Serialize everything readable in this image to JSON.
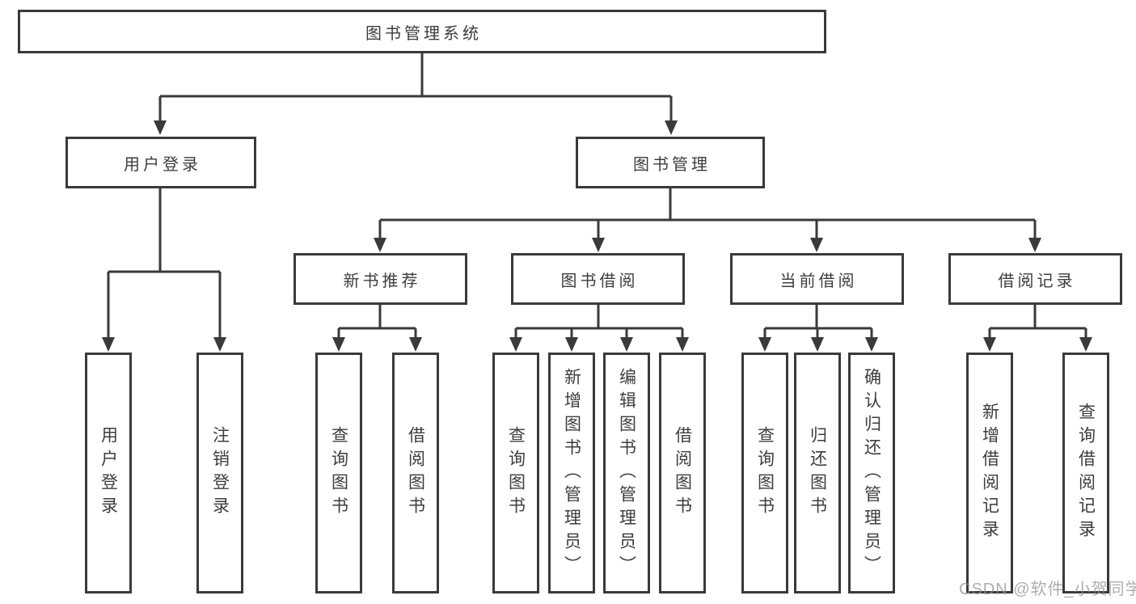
{
  "colors": {
    "line": "#3a3a3a",
    "text": "#3d3d3d",
    "background": "#ffffff",
    "watermark": "#919191"
  },
  "root": {
    "label": "图书管理系统"
  },
  "user": {
    "label": "用户登录",
    "children": [
      {
        "label": "用户登录"
      },
      {
        "label": "注销登录"
      }
    ]
  },
  "mgmt": {
    "label": "图书管理",
    "sections": [
      {
        "label": "新书推荐",
        "children": [
          {
            "label": "查询图书"
          },
          {
            "label": "借阅图书"
          }
        ]
      },
      {
        "label": "图书借阅",
        "children": [
          {
            "label": "查询图书"
          },
          {
            "label": "新增图书（管理员）"
          },
          {
            "label": "编辑图书（管理员）"
          },
          {
            "label": "借阅图书"
          }
        ]
      },
      {
        "label": "当前借阅",
        "children": [
          {
            "label": "查询图书"
          },
          {
            "label": "归还图书"
          },
          {
            "label": "确认归还（管理员）"
          }
        ]
      },
      {
        "label": "借阅记录",
        "children": [
          {
            "label": "新增借阅记录"
          },
          {
            "label": "查询借阅记录"
          }
        ]
      }
    ]
  },
  "watermark": {
    "text": "CSDN @软件_小贺同学"
  }
}
